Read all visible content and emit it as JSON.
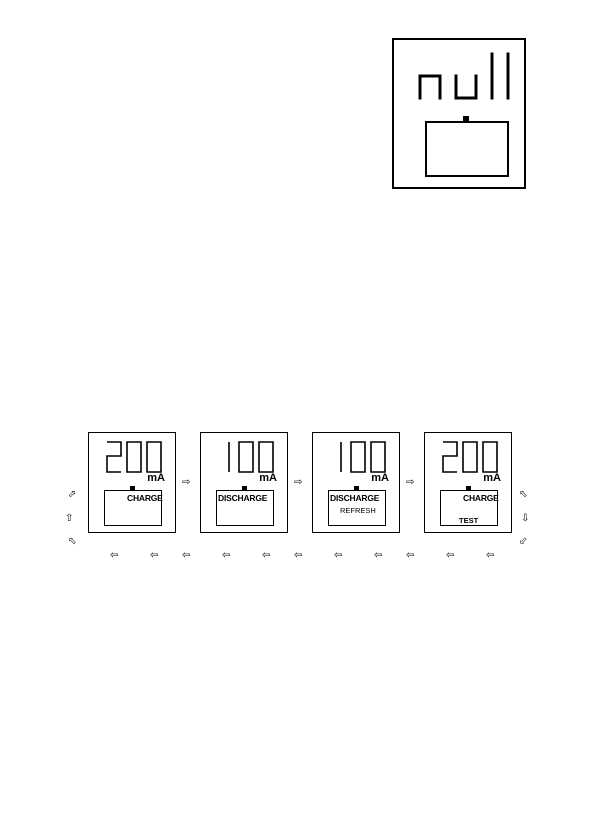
{
  "null_display": {
    "text": "null"
  },
  "screens": [
    {
      "digits": "200",
      "unit": "mA",
      "mode": "CHARGE",
      "sub": ""
    },
    {
      "digits": "100",
      "unit": "mA",
      "mode": "DISCHARGE",
      "sub": ""
    },
    {
      "digits": "100",
      "unit": "mA",
      "mode": "DISCHARGE",
      "sub": "REFRESH"
    },
    {
      "digits": "200",
      "unit": "mA",
      "mode": "CHARGE",
      "sub": "TEST"
    }
  ],
  "arrows": {
    "right": "⇨",
    "left": "⇦",
    "up": "⇧",
    "down": "⇩",
    "up_right": "⬀",
    "down_right": "⬂",
    "up_left": "⬁",
    "down_left": "⬃"
  }
}
